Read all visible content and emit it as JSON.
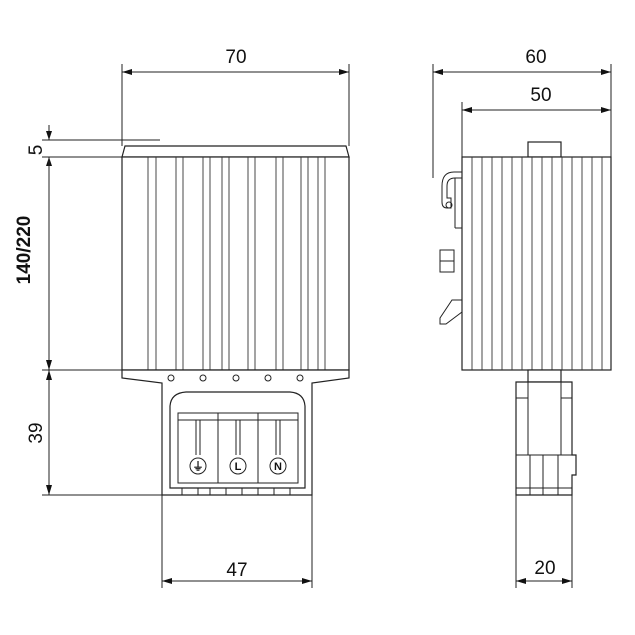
{
  "dimensions": {
    "front_width": "70",
    "front_top_gap": "5",
    "front_height": "140/220",
    "front_terminal_height": "39",
    "front_terminal_width": "47",
    "side_total_width": "60",
    "side_body_width": "50",
    "side_terminal_width": "20"
  },
  "terminals": [
    {
      "symbol": "⏚",
      "name": "ground"
    },
    {
      "symbol": "L",
      "name": "line"
    },
    {
      "symbol": "N",
      "name": "neutral"
    }
  ]
}
